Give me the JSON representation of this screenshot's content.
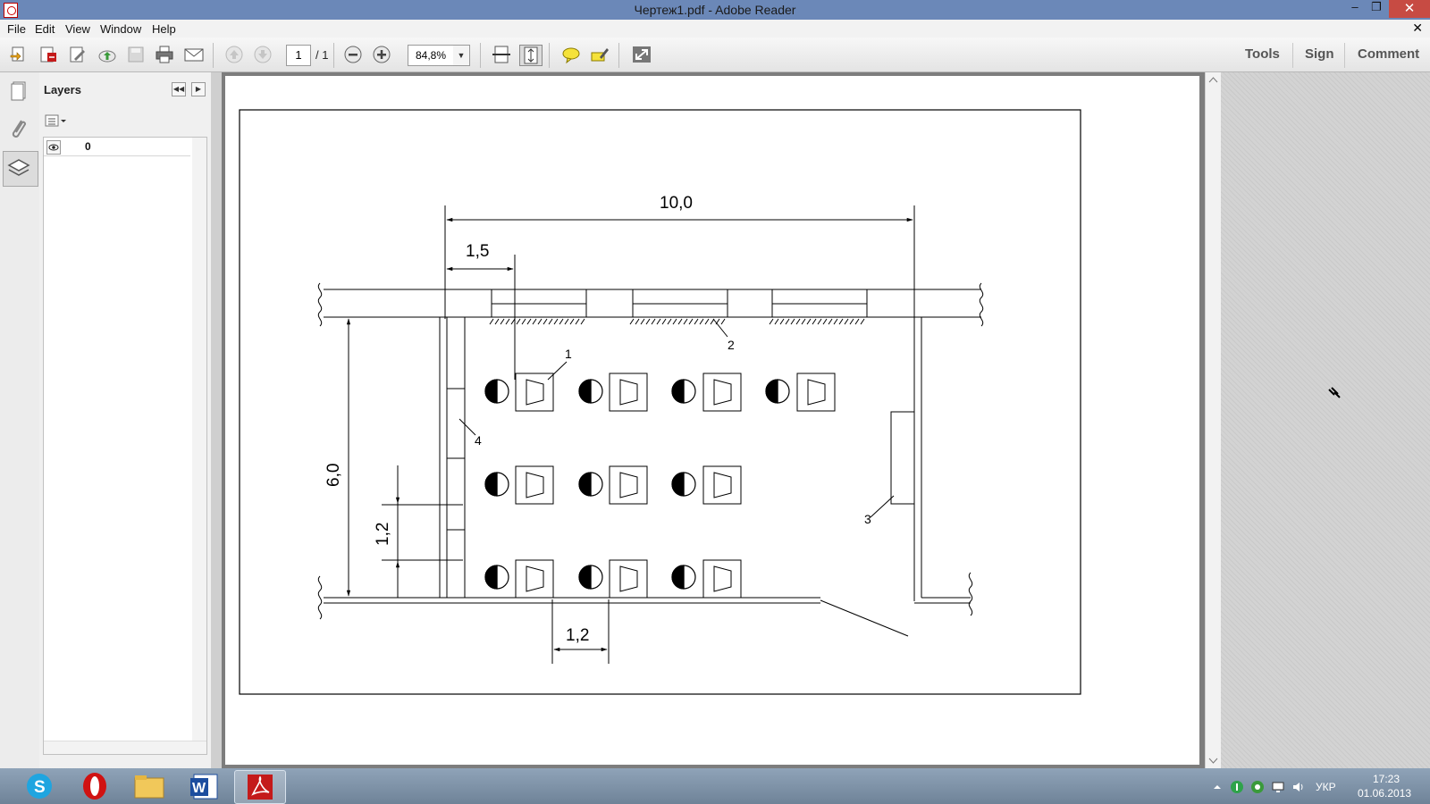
{
  "window": {
    "title": "Чертеж1.pdf - Adobe Reader",
    "min": "–",
    "restore": "❐",
    "close": "✕"
  },
  "menu": {
    "items": [
      "File",
      "Edit",
      "View",
      "Window",
      "Help"
    ],
    "close": "✕"
  },
  "toolbar": {
    "page_current": "1",
    "page_total": "/ 1",
    "zoom": "84,8%",
    "zoom_arrow": "▼",
    "tools": "Tools",
    "sign": "Sign",
    "comment": "Comment"
  },
  "layers": {
    "title": "Layers",
    "items": [
      "0"
    ],
    "collapse": "◀◀",
    "expand": "▶"
  },
  "drawing": {
    "dimensions": {
      "overall_width": "10,0",
      "wall_offset": "1,5",
      "room_depth": "6,0",
      "row_spacing": "1,2",
      "column_spacing": "1,2"
    },
    "callouts": [
      "1",
      "2",
      "3",
      "4"
    ]
  },
  "taskbar": {
    "time": "17:23",
    "date": "01.06.2013",
    "lang": "УКР"
  },
  "colors": {
    "titlebar": "#6b88b8",
    "close": "#c74b43",
    "acrobat_red": "#c41a1a",
    "taskbar": "#7f94aa"
  }
}
